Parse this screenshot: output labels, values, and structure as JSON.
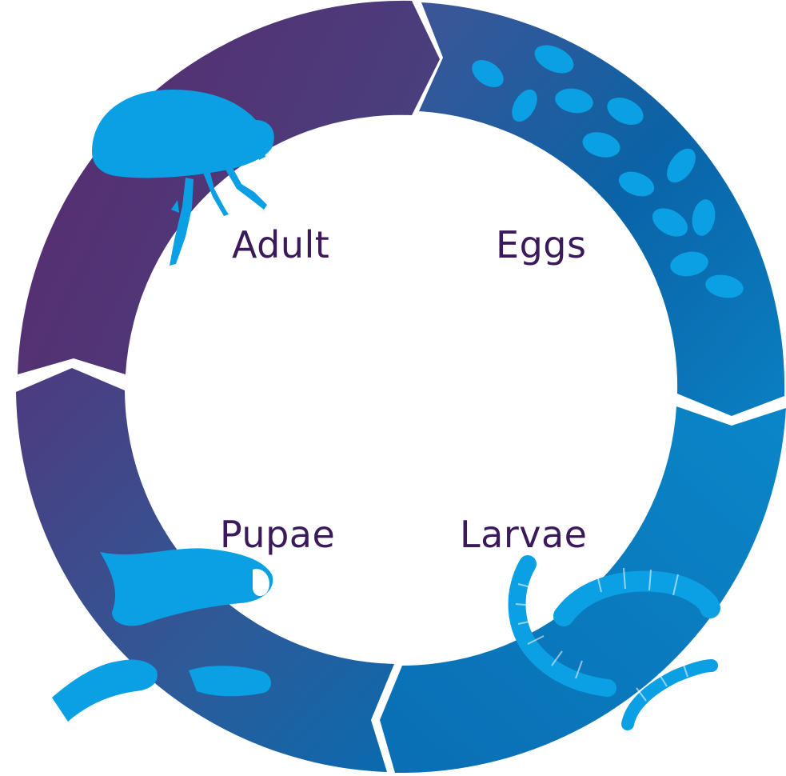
{
  "diagram": {
    "stages": [
      {
        "id": "adult",
        "label": "Adult"
      },
      {
        "id": "eggs",
        "label": "Eggs"
      },
      {
        "id": "larvae",
        "label": "Larvae"
      },
      {
        "id": "pupae",
        "label": "Pupae"
      }
    ],
    "colors": {
      "label_text": "#3b1a5c",
      "ring_purple": "#5a2a6e",
      "ring_mid": "#3f4a8c",
      "ring_blue": "#0a6fb5",
      "ring_light_blue": "#0a86c8",
      "illustration": "#0aa0e3"
    },
    "icons": [
      "adult-flea-icon",
      "egg-cluster-icon",
      "larva-icon",
      "pupa-icon"
    ]
  }
}
